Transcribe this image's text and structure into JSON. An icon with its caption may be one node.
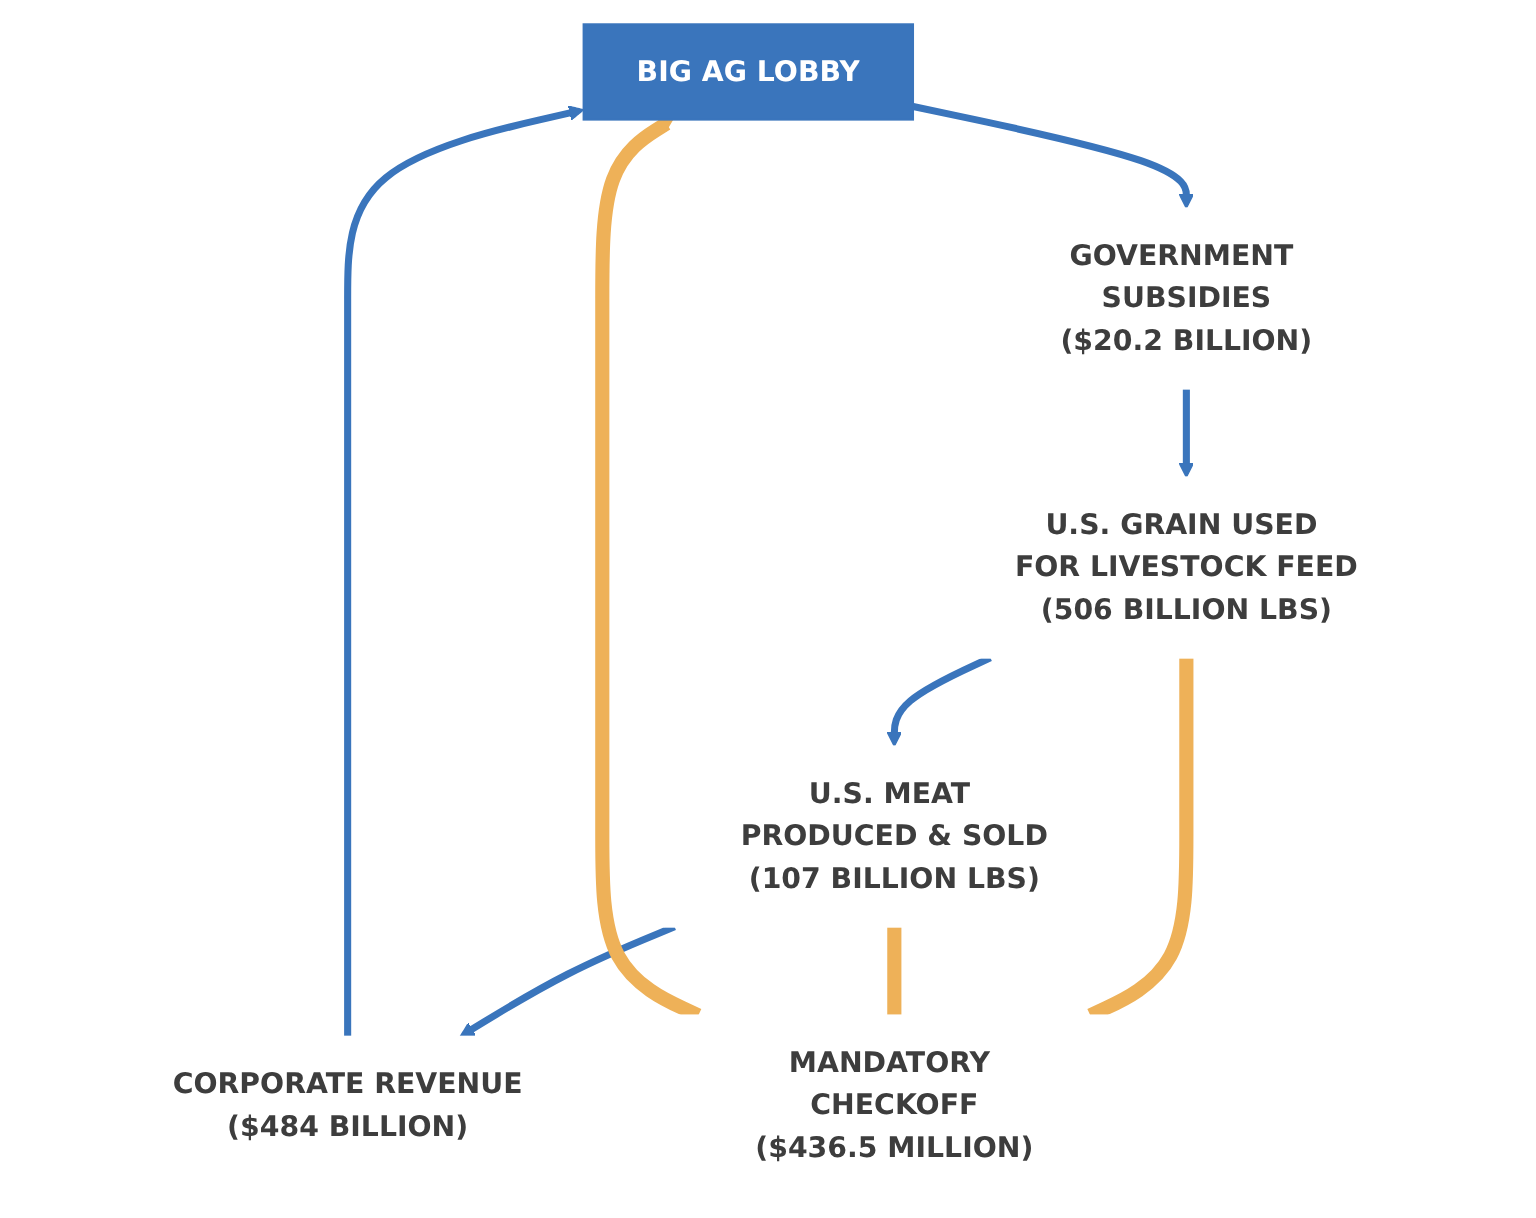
{
  "diagram": {
    "nodes": [
      {
        "text": [
          "BIG AG LOBBY"
        ]
      },
      {
        "text": [
          "GOVERNMENT SUBSIDIES",
          "($20.2 BILLION)"
        ]
      },
      {
        "text": [
          "U.S. GRAIN USED FOR LIVESTOCK FEED",
          "(506 BILLION LBS)"
        ]
      },
      {
        "text": [
          "U.S. MEAT PRODUCED & SOLD",
          "(107 BILLION LBS)"
        ]
      },
      {
        "text": [
          "CORPORATE REVENUE",
          "($484 BILLION)"
        ]
      },
      {
        "text": [
          "MANDATORY CHECKOFF",
          "($436.5 MILLION)"
        ]
      }
    ],
    "edges": [
      {
        "from": 0,
        "to": 1,
        "arrow": "to"
      },
      {
        "from": 1,
        "to": 2,
        "arrow": "to"
      },
      {
        "from": 2,
        "to": 3,
        "arrow": "to"
      },
      {
        "from": 3,
        "to": 4,
        "arrow": "to"
      },
      {
        "from": 4,
        "to": 0,
        "arrow": "to"
      },
      {
        "from": 2,
        "to": 5,
        "arrow": "none",
        "style": "thick",
        "color": "#eeb158"
      },
      {
        "from": 3,
        "to": 5,
        "arrow": "none",
        "style": "thick",
        "color": "#eeb158"
      },
      {
        "from": 5,
        "to": 0,
        "arrow": "to",
        "style": "thick",
        "color": "#eeb158"
      }
    ]
  }
}
